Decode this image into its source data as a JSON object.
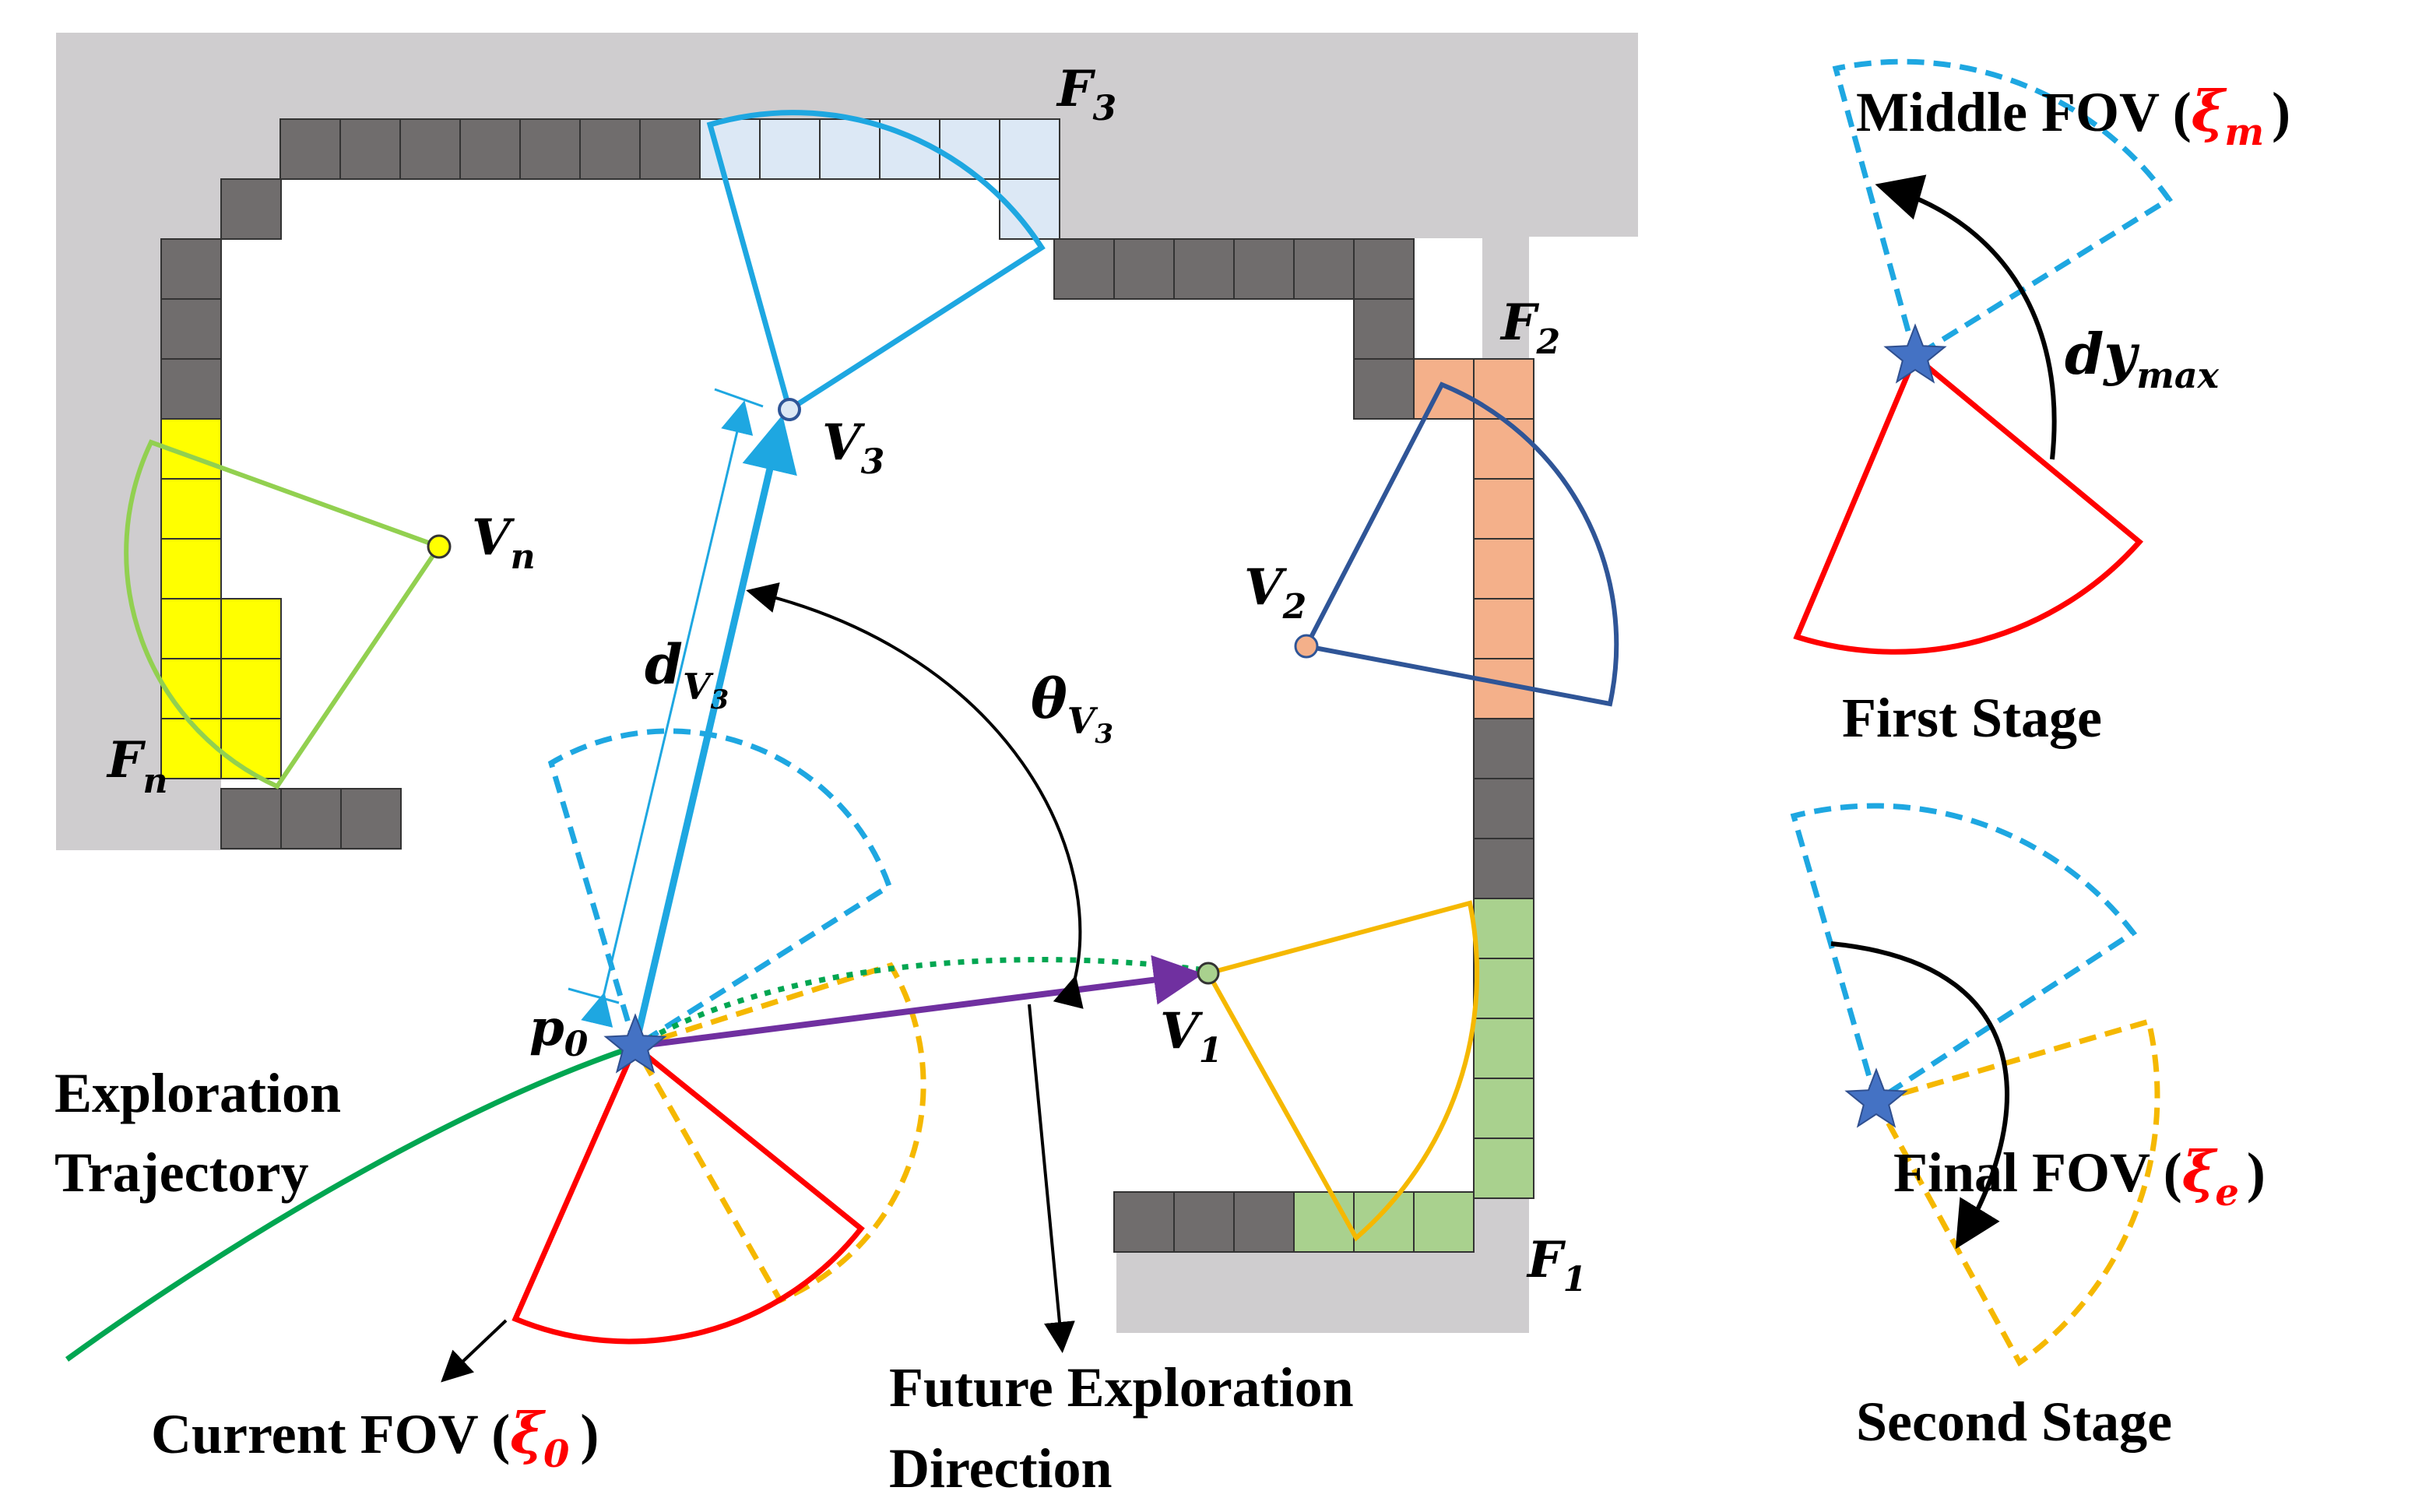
{
  "colors": {
    "background_region": "#cfcdcf",
    "occupied_cell": "#706d6d",
    "frontier_f3": "#dce8f5",
    "frontier_f2": "#f4b08a",
    "frontier_f1": "#a9d18e",
    "frontier_fn": "#ffff00",
    "fov_current": "#ff0000",
    "fov_middle": "#1ea7e1",
    "fov_final": "#f5b800",
    "trajectory": "#00a651",
    "future_direction": "#7030a0",
    "viewpoint_v2_outline": "#2f5597",
    "viewpoint_vn_outline": "#92d050",
    "star": "#4472c4",
    "ksi_red": "#ff0000"
  },
  "frontiers": {
    "f3": {
      "main": "F",
      "sub": "3"
    },
    "f2": {
      "main": "F",
      "sub": "2"
    },
    "f1": {
      "main": "F",
      "sub": "1"
    },
    "fn": {
      "main": "F",
      "sub": "n"
    }
  },
  "viewpoints": {
    "v3": {
      "main": "V",
      "sub": "3"
    },
    "v2": {
      "main": "V",
      "sub": "2"
    },
    "v1": {
      "main": "V",
      "sub": "1"
    },
    "vn": {
      "main": "V",
      "sub": "n"
    }
  },
  "symbols": {
    "p0": {
      "main": "p",
      "sub": "0"
    },
    "d_v3": {
      "main": "d",
      "sub": "V",
      "subsub": "3"
    },
    "theta_v3": {
      "main": "θ",
      "sub": "V",
      "subsub": "3"
    },
    "dy_max": {
      "main": "dy",
      "sub": "max"
    }
  },
  "labels": {
    "exploration_trajectory_1": "Exploration",
    "exploration_trajectory_2": "Trajectory",
    "current_fov_prefix": "Current FOV (",
    "current_fov_ksi": "ξ",
    "current_fov_ksi_sub": "0",
    "current_fov_suffix": ")",
    "future_direction_1": "Future Exploration",
    "future_direction_2": "Direction",
    "middle_fov_prefix": "Middle FOV (",
    "middle_fov_ksi": "ξ",
    "middle_fov_ksi_sub": "m",
    "middle_fov_suffix": ")",
    "first_stage": "First Stage",
    "final_fov_prefix": "Final FOV (",
    "final_fov_ksi": "ξ",
    "final_fov_ksi_sub": "e",
    "final_fov_suffix": ")",
    "second_stage": "Second Stage"
  }
}
